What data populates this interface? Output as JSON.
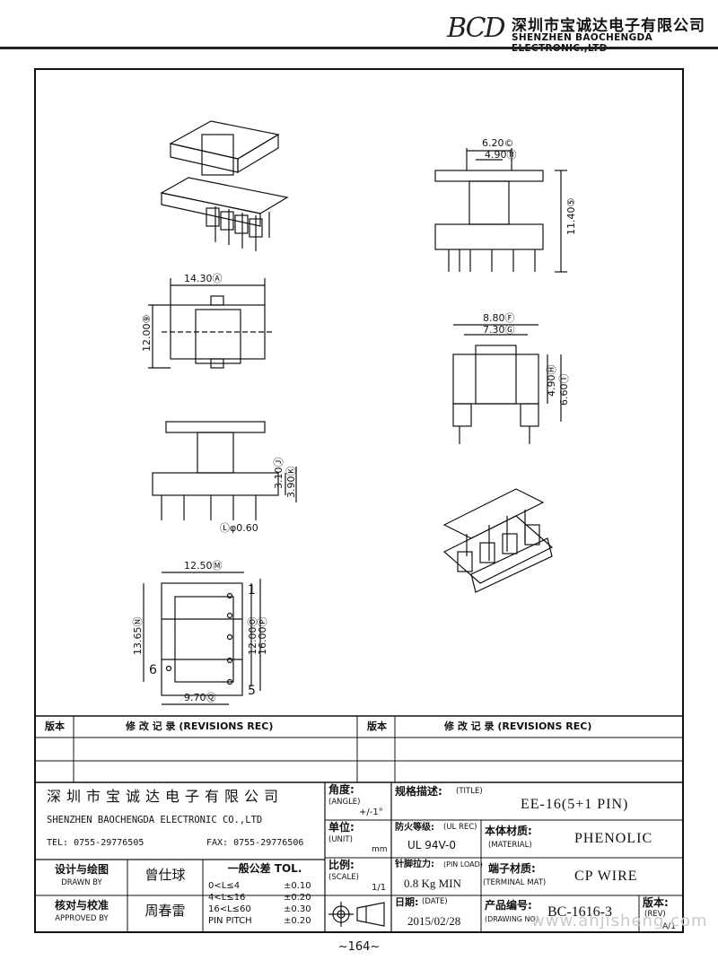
{
  "header": {
    "logo_mark": "BCD",
    "company_cn": "深圳市宝诚达电子有限公司",
    "company_en": "SHENZHEN BAOCHENGDA ELECTRONIC.,LTD"
  },
  "dimensions": {
    "d620": "6.20©",
    "d490": "4.90⑪",
    "d1140": "11.40⑤",
    "d1430": "14.30Ⓐ",
    "d1200": "12.00⑨",
    "d880": "8.80Ⓕ",
    "d730": "7.30Ⓖ",
    "d490b": "4.90Ⓗ",
    "d660": "6.60Ⓘ",
    "d310": "3.10Ⓙ",
    "d390": "3.90Ⓚ",
    "dpin": "Ⓛφ0.60",
    "d1250": "12.50Ⓜ",
    "d1365": "13.65Ⓝ",
    "d1200b": "12.00Ⓞ",
    "d1600": "16.00Ⓟ",
    "d970": "9.70Ⓠ",
    "pin1": "1",
    "pin5": "5",
    "pin6": "6"
  },
  "revisions": {
    "ver_label": "版本",
    "rec_label": "修 改 记 录  (REVISIONS REC)",
    "ver_label2": "版本",
    "rec_label2": "修 改 记 录  (REVISIONS REC)"
  },
  "title_block": {
    "company_cn": "深 圳 市 宝 诚 达 电 子 有 限 公 司",
    "company_en": "SHENZHEN BAOCHENGDA ELECTRONIC CO.,LTD",
    "tel": "TEL: 0755-29776505",
    "fax": "FAX: 0755-29776506",
    "angle_cn": "角度:",
    "angle_en": "(ANGLE)",
    "angle_val": "+/-1°",
    "unit_cn": "单位:",
    "unit_en": "(UNIT)",
    "unit_val": "mm",
    "scale_cn": "比例:",
    "scale_en": "(SCALE)",
    "scale_val": "1/1",
    "title_cn": "规格描述:",
    "title_en": "(TITLE)",
    "title_val": "EE-16(5+1 PIN)",
    "ul_cn": "防火等级:",
    "ul_en": "(UL REC)",
    "ul_val": "UL 94V-0",
    "material_cn": "本体材质:",
    "material_en": "(MATERIAL)",
    "material_val": "PHENOLIC",
    "pinload_cn": "针脚拉力:",
    "pinload_en": "(PIN LOAD)",
    "pinload_val": "0.8 Kg MIN",
    "terminal_cn": "端子材质:",
    "terminal_en": "(TERMINAL MAT)",
    "terminal_val": "CP WIRE",
    "date_cn": "日期:",
    "date_en": "(DATE)",
    "date_val": "2015/02/28",
    "drawing_cn": "产品编号:",
    "drawing_en": "(DRAWING NO)",
    "drawing_val": "BC-1616-3",
    "rev_cn": "版本:",
    "rev_en": "(REV)",
    "rev_val": "A/1",
    "drawn_cn": "设计与绘图",
    "drawn_en": "DRAWN BY",
    "drawn_val": "曾仕球",
    "approved_cn": "核对与校准",
    "approved_en": "APPROVED BY",
    "approved_val": "周春雷",
    "tol_title": "一般公差 TOL.",
    "tol_rows": [
      {
        "range": "0<L≤4",
        "val": "±0.10"
      },
      {
        "range": "4<L≤16",
        "val": "±0.20"
      },
      {
        "range": "16<L≤60",
        "val": "±0.30"
      },
      {
        "range": "PIN PITCH",
        "val": "±0.20"
      }
    ]
  },
  "watermark": "www.ahjisheng.com",
  "page_number": "~164~"
}
